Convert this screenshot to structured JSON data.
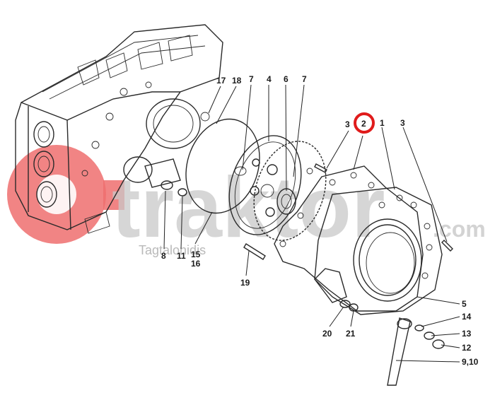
{
  "watermark": {
    "brand": "traktor",
    "domain": ".com",
    "author": "Tagtalonidis",
    "brand_color": "#e85a5a"
  },
  "highlight": {
    "part": "2",
    "color": "#e01b1b"
  },
  "parts": {
    "p17": "17",
    "p18": "18",
    "p7a": "7",
    "p4": "4",
    "p6": "6",
    "p7b": "7",
    "p3a": "3",
    "p2": "2",
    "p1": "1",
    "p3b": "3",
    "p8": "8",
    "p11": "11",
    "p15": "15",
    "p16": "16",
    "p19": "19",
    "p5": "5",
    "p14": "14",
    "p13": "13",
    "p12": "12",
    "p910": "9,10",
    "p20": "20",
    "p21": "21"
  }
}
